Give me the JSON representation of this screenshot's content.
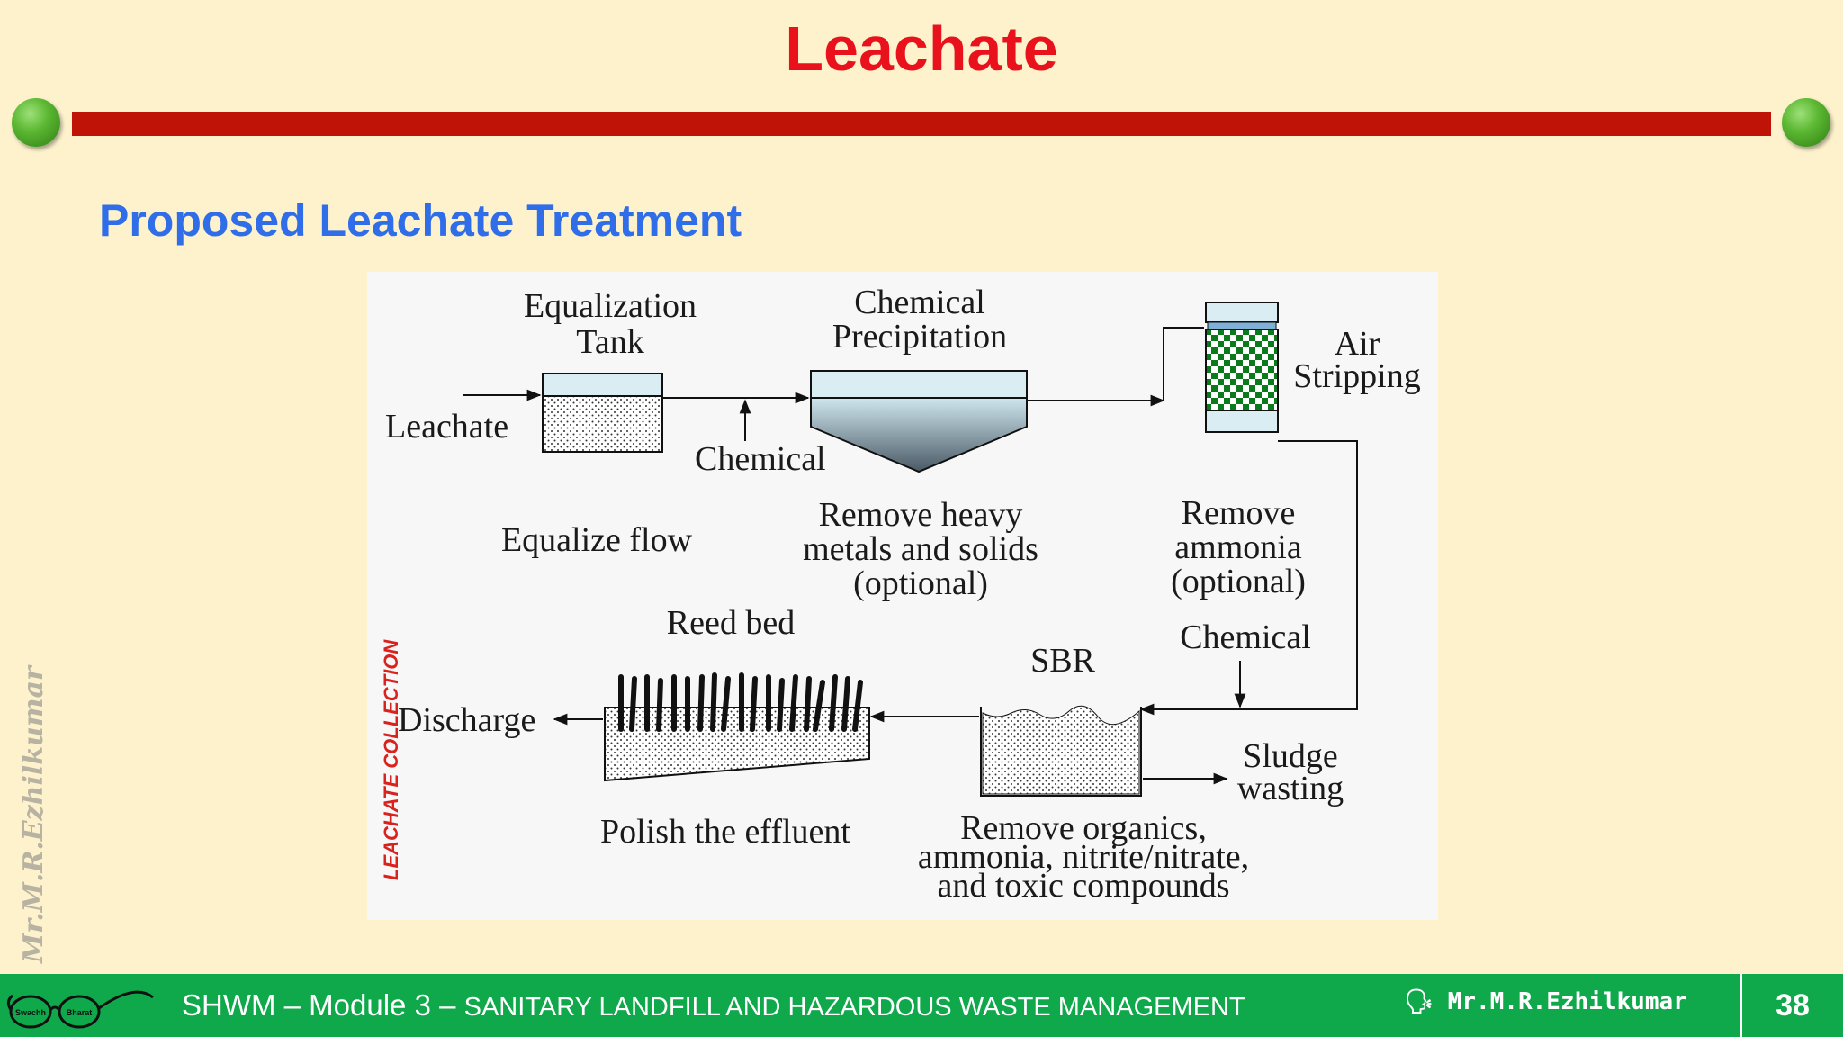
{
  "slide": {
    "title": "Leachate",
    "subtitle": "Proposed Leachate Treatment",
    "watermark": "Mr.M.R.Ezhilkumar"
  },
  "diagram": {
    "labels": {
      "equalization_tank_1": "Equalization",
      "equalization_tank_2": "Tank",
      "chemical_precipitation_1": "Chemical",
      "chemical_precipitation_2": "Precipitation",
      "air_stripping_1": "Air",
      "air_stripping_2": "Stripping",
      "leachate": "Leachate",
      "chemical_1": "Chemical",
      "equalize_flow": "Equalize flow",
      "remove_heavy_1": "Remove heavy",
      "remove_heavy_2": "metals and solids",
      "remove_heavy_3": "(optional)",
      "remove_ammonia_1": "Remove",
      "remove_ammonia_2": "ammonia",
      "remove_ammonia_3": "(optional)",
      "reed_bed": "Reed bed",
      "sbr": "SBR",
      "chemical_2": "Chemical",
      "leachate_collection": "LEACHATE COLLECTION",
      "discharge": "Discharge",
      "sludge_wasting_1": "Sludge",
      "sludge_wasting_2": "wasting",
      "polish_effluent": "Polish the effluent",
      "remove_organics_1": "Remove organics,",
      "remove_organics_2": "ammonia, nitrite/nitrate,",
      "remove_organics_3": "and toxic compounds"
    },
    "colors": {
      "leachate_collection": "#d9221e",
      "packing": "#0b7a1a"
    }
  },
  "footer": {
    "module": "SHWM – Module 3 – ",
    "course": "SANITARY LANDFILL AND HAZARDOUS WASTE MANAGEMENT",
    "author": "Mr.M.R.Ezhilkumar",
    "page": "38",
    "logo_left": "Swachh",
    "logo_right": "Bharat"
  },
  "colors": {
    "background": "#fdf2cc",
    "title": "#e8111c",
    "bar": "#bf1308",
    "subtitle": "#2f6ee8",
    "footer": "#0fa84a"
  }
}
